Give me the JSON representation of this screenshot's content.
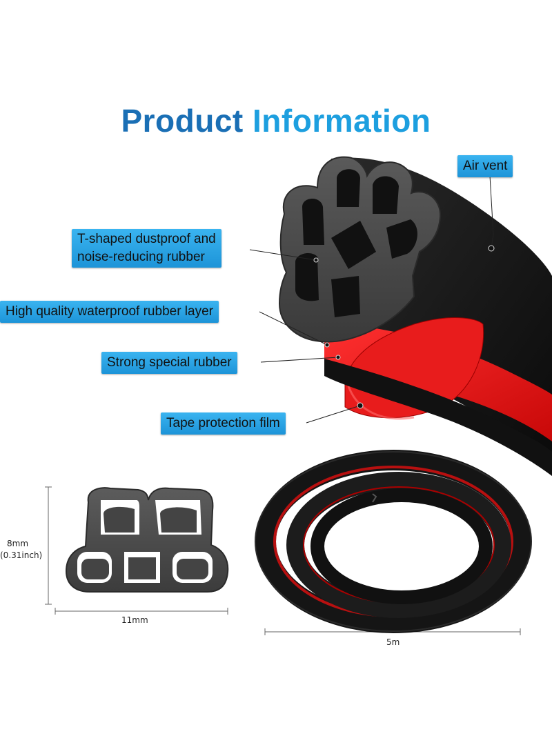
{
  "title": {
    "part1": "Product",
    "part2": "Information"
  },
  "callouts": {
    "air_vent": "Air vent",
    "t_shaped_line1": "T-shaped dustproof and",
    "t_shaped_line2": "noise-reducing rubber",
    "waterproof_layer": "High quality waterproof rubber layer",
    "special_rubber": "Strong special rubber",
    "tape_film": "Tape protection film"
  },
  "dimensions": {
    "height_mm": "8mm",
    "height_inch": "(0.31inch)",
    "width_mm": "11mm",
    "length": "5m"
  },
  "colors": {
    "title_dark": "#1a6fb5",
    "title_light": "#1d9fdf",
    "callout_bg": "#2aa6e8",
    "rubber": "#1a1a1a",
    "tape": "#e01010"
  }
}
